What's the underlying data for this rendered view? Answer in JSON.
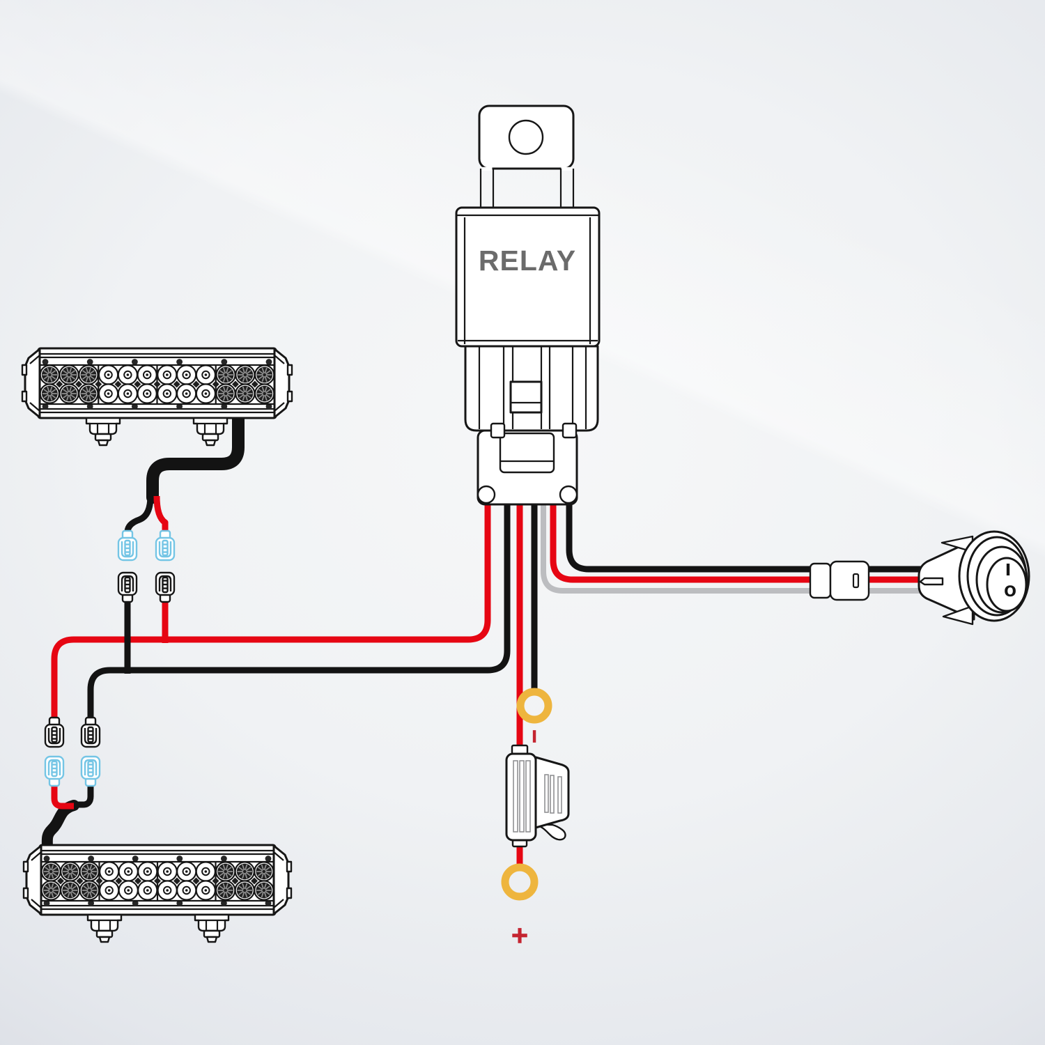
{
  "labels": {
    "relay": "RELAY",
    "switch_on": "I",
    "switch_off": "O",
    "positive": "+",
    "negative": "−"
  },
  "colors": {
    "wire_red": "#e60613",
    "wire_black": "#131313",
    "wire_gray": "#bcbdc0",
    "ring_gold": "#eeb53e",
    "connector_blue": "#74c5e5",
    "label_red": "#c42430",
    "relay_text": "#6b6b6b",
    "outline": "#161616",
    "led_dark": "#1f1f1f",
    "bg_center": "#f6f7f8",
    "bg_edge": "#dadde4"
  }
}
